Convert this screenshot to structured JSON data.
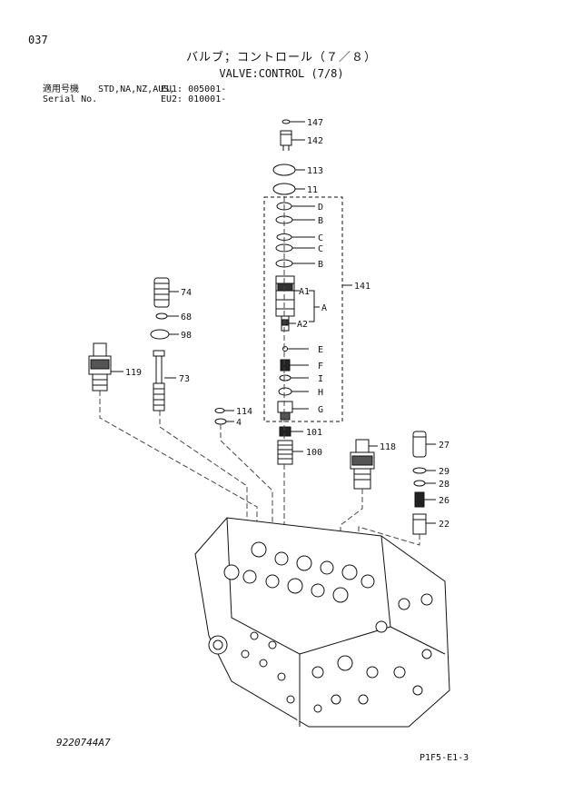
{
  "header": {
    "page_number": "037",
    "title_jp": "バルブ；コントロール（７／８）",
    "title_en": "VALVE:CONTROL (7/8)",
    "serial_label_jp": "適用号機",
    "serial_label_en": "Serial No.",
    "serial_models": "STD,NA,NZ,AUS,",
    "serial_eu1": "EU1: 005001-",
    "serial_eu2": "EU2: 010001-"
  },
  "callouts": {
    "c147": "147",
    "c142": "142",
    "c113": "113",
    "c11": "11",
    "cD": "D",
    "cB1": "B",
    "cC1": "C",
    "cC2": "C",
    "cB2": "B",
    "c141": "141",
    "cA1": "A1",
    "cA": "A",
    "cA2": "A2",
    "cE": "E",
    "cF": "F",
    "cI": "I",
    "cH": "H",
    "cG": "G",
    "c74": "74",
    "c68": "68",
    "c98": "98",
    "c119": "119",
    "c73": "73",
    "c114": "114",
    "c4": "4",
    "c101": "101",
    "c100": "100",
    "c118": "118",
    "c27": "27",
    "c29": "29",
    "c28": "28",
    "c26": "26",
    "c22": "22"
  },
  "footer": {
    "drawing_number": "9220744A7",
    "page_code": "P1F5-E1-3"
  }
}
